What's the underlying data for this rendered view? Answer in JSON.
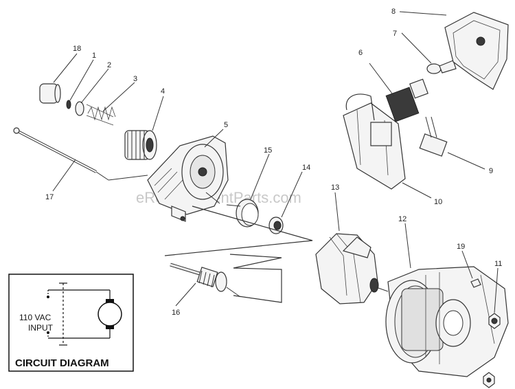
{
  "watermark": "eReplacementParts.com",
  "callouts": {
    "c1": "1",
    "c2": "2",
    "c3": "3",
    "c4": "4",
    "c5": "5",
    "c6": "6",
    "c7": "7",
    "c8": "8",
    "c9": "9",
    "c10": "10",
    "c11": "11",
    "c12": "12",
    "c13": "13",
    "c14": "14",
    "c15": "15",
    "c16": "16",
    "c17": "17",
    "c18": "18",
    "c19": "19"
  },
  "circuit": {
    "title": "CIRCUIT DIAGRAM",
    "input_line1": "110 VAC",
    "input_line2": "INPUT"
  }
}
